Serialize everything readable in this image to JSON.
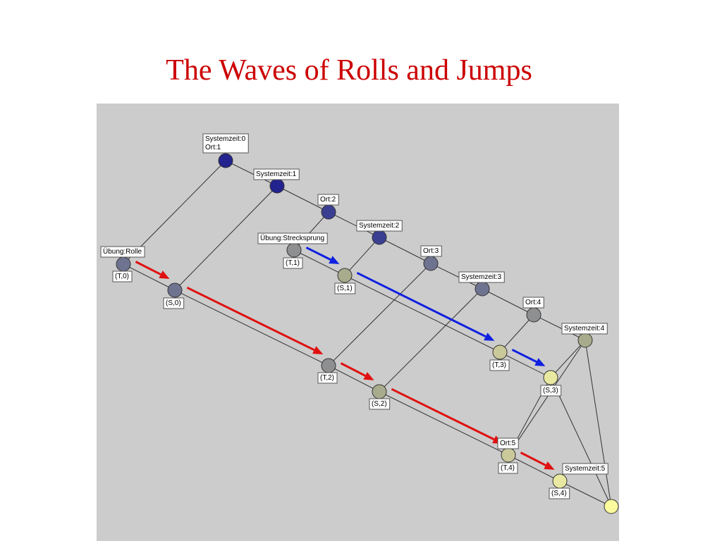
{
  "title": "The Waves of Rolls and Jumps",
  "colors": {
    "title": "#cc0000",
    "panel": "#cccccc",
    "red_arrow": "#e01010",
    "blue_arrow": "#1020e0",
    "node_dark_blue": "#23238f",
    "node_blue": "#3a3f92",
    "node_slate": "#6e7390",
    "node_grey": "#8e8f90",
    "node_olive": "#a8ab8c",
    "node_khaki": "#c9c99a",
    "node_pale_yellow": "#e8e8a0",
    "node_yellow": "#fbfb9e"
  },
  "diagram": {
    "nodes": [
      {
        "id": "n1",
        "color": "node_dark_blue",
        "label": [
          "Systemzeit:0",
          "Ort:1"
        ]
      },
      {
        "id": "n2",
        "color": "node_dark_blue",
        "label": [
          "Systemzeit:1"
        ]
      },
      {
        "id": "n3",
        "color": "node_blue",
        "label": [
          "Ort:2"
        ]
      },
      {
        "id": "n4",
        "color": "node_blue",
        "label": [
          "Systemzeit:2"
        ]
      },
      {
        "id": "n5",
        "color": "node_slate",
        "label": [
          "Ort:3"
        ]
      },
      {
        "id": "n6",
        "color": "node_slate",
        "label": [
          "Systemzeit:3"
        ]
      },
      {
        "id": "n7",
        "color": "node_grey",
        "label": [
          "Ort:4"
        ]
      },
      {
        "id": "n8",
        "color": "node_olive",
        "label": [
          "Systemzeit:4"
        ]
      },
      {
        "id": "t0",
        "color": "node_slate",
        "label": [
          "Übung:Rolle"
        ],
        "sublabel": "(T,0)"
      },
      {
        "id": "s0",
        "color": "node_slate",
        "sublabel": "(S,0)"
      },
      {
        "id": "t2",
        "color": "node_grey",
        "sublabel": "(T,2)"
      },
      {
        "id": "s2",
        "color": "node_olive",
        "sublabel": "(S,2)"
      },
      {
        "id": "t4",
        "color": "node_khaki",
        "label": [
          "Ort:5"
        ],
        "sublabel": "(T,4)"
      },
      {
        "id": "s4",
        "color": "node_pale_yellow",
        "label": [
          "Systemzeit:5"
        ],
        "sublabel": "(S,4)"
      },
      {
        "id": "n9",
        "color": "node_yellow"
      },
      {
        "id": "t1",
        "color": "node_grey",
        "label": [
          "Übung:Strecksprung"
        ],
        "sublabel": "(T,1)"
      },
      {
        "id": "s1",
        "color": "node_olive",
        "sublabel": "(S,1)"
      },
      {
        "id": "t3",
        "color": "node_khaki",
        "sublabel": "(T,3)"
      },
      {
        "id": "s3",
        "color": "node_pale_yellow",
        "sublabel": "(S,3)"
      }
    ],
    "edges": [
      [
        "n1",
        "n2"
      ],
      [
        "n2",
        "n3"
      ],
      [
        "n3",
        "n4"
      ],
      [
        "n4",
        "n5"
      ],
      [
        "n5",
        "n6"
      ],
      [
        "n6",
        "n7"
      ],
      [
        "n7",
        "n8"
      ],
      [
        "n1",
        "t0"
      ],
      [
        "n2",
        "s0"
      ],
      [
        "n3",
        "t1"
      ],
      [
        "n4",
        "s1"
      ],
      [
        "n5",
        "t2"
      ],
      [
        "n6",
        "s2"
      ],
      [
        "n7",
        "t3"
      ],
      [
        "n8",
        "s3"
      ],
      [
        "n8",
        "t4"
      ],
      [
        "s3",
        "t4"
      ],
      [
        "s3",
        "n9"
      ],
      [
        "n8",
        "n9"
      ],
      [
        "t0",
        "s0"
      ],
      [
        "s0",
        "t2"
      ],
      [
        "t2",
        "s2"
      ],
      [
        "s2",
        "t4"
      ],
      [
        "t4",
        "s4"
      ],
      [
        "s4",
        "n9"
      ],
      [
        "t1",
        "s1"
      ],
      [
        "s1",
        "t3"
      ],
      [
        "t3",
        "s3"
      ]
    ],
    "arrows": [
      {
        "color": "red_arrow",
        "from": "t0",
        "to": "s0"
      },
      {
        "color": "red_arrow",
        "from": "s0",
        "to": "t2"
      },
      {
        "color": "red_arrow",
        "from": "t2",
        "to": "s2"
      },
      {
        "color": "red_arrow",
        "from": "s2",
        "to": "t4"
      },
      {
        "color": "red_arrow",
        "from": "t4",
        "to": "s4"
      },
      {
        "color": "blue_arrow",
        "from": "t1",
        "to": "s1"
      },
      {
        "color": "blue_arrow",
        "from": "s1",
        "to": "t3"
      },
      {
        "color": "blue_arrow",
        "from": "t3",
        "to": "s3"
      }
    ]
  }
}
